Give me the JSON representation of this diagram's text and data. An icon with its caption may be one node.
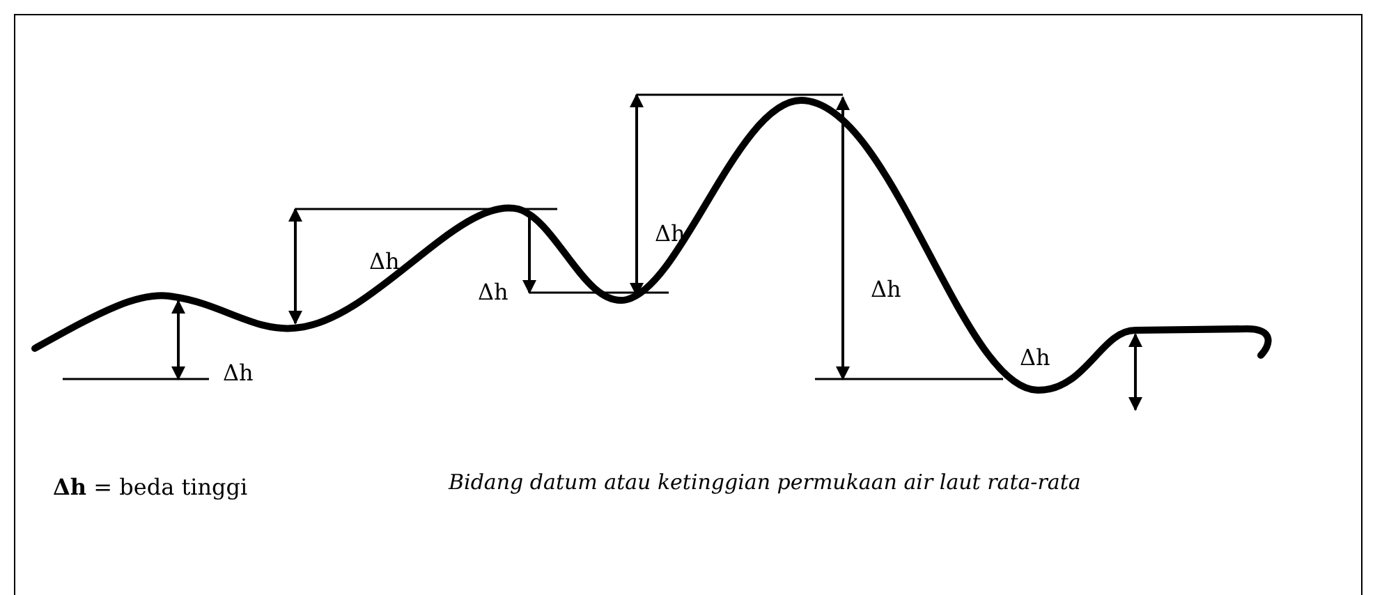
{
  "diagram": {
    "labels": [
      "Δh",
      "Δh",
      "Δh",
      "Δh",
      "Δh",
      "Δh",
      "**Δh** = beda tinggi",
      "Bidang datum atau ketinggian permukaan air laut rata-rata"
    ]
  }
}
